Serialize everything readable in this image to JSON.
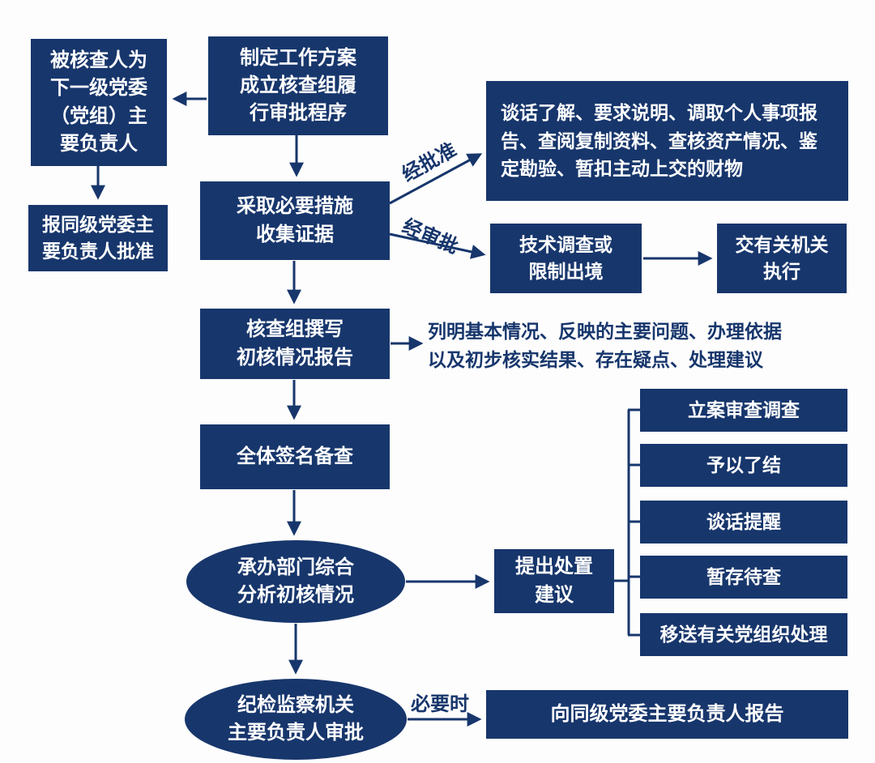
{
  "colors": {
    "page_bg": "#fdfdfd",
    "node_bg": "#17366c",
    "node_text": "#ffffff",
    "line_color": "#17366c"
  },
  "nodes": {
    "target_person": "被核查人为\n下一级党委\n（党组）主\n要负责人",
    "work_plan": "制定工作方案\n成立核查组履\n行审批程序",
    "peer_committee_approval": "报同级党委主\n要负责人批准",
    "take_measures": "采取必要措施\n收集证据",
    "approved_measures": "谈话了解、要求说明、调取个人事项报\n告、查阅复制资料、查核资产情况、鉴\n定勘验、暂扣主动上交的财物",
    "tech_investigation": "技术调查或\n限制出境",
    "handover_execution": "交有关机关\n执行",
    "write_report": "核查组撰写\n初核情况报告",
    "report_content": "列明基本情况、反映的主要问题、办理依据\n以及初步核实结果、存在疑点、处理建议",
    "sign_for_record": "全体签名备查",
    "dept_analysis": "承办部门综合\n分析初核情况",
    "propose_disposal": "提出处置\n建议",
    "option_file_case": "立案审查调查",
    "option_conclude": "予以了结",
    "option_reminder": "谈话提醒",
    "option_hold": "暂存待查",
    "option_transfer": "移送有关党组织处理",
    "leader_approval": "纪检监察机关\n主要负责人审批",
    "report_to_committee": "向同级党委主要负责人报告"
  },
  "edge_labels": {
    "approved": "经批准",
    "reviewed": "经审批",
    "when_necessary": "必要时"
  }
}
